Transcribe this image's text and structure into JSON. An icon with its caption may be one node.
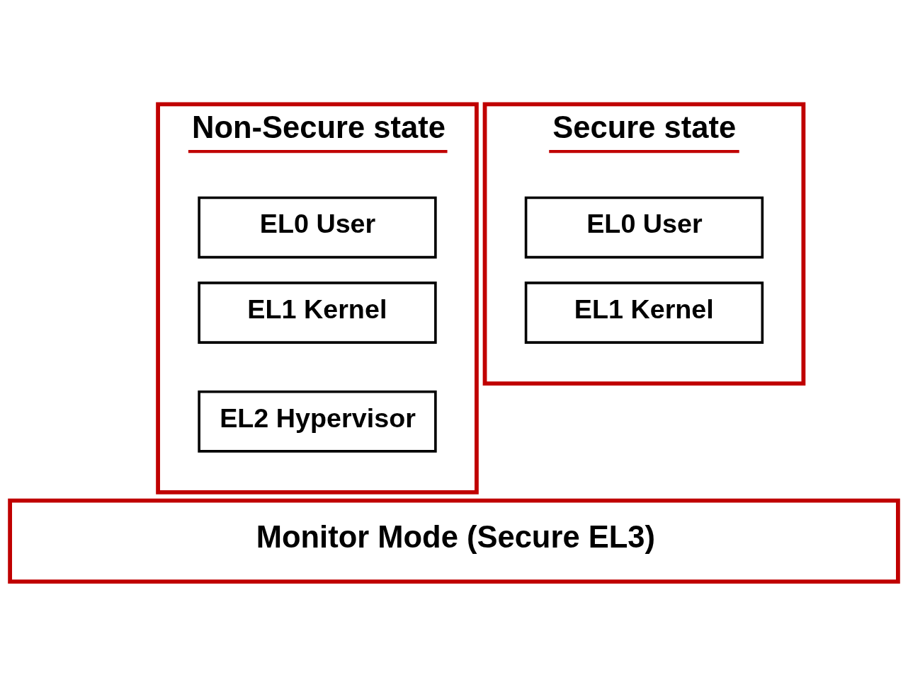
{
  "diagram": {
    "nodes": [
      {
        "text": [
          "Non-Secure state"
        ]
      },
      {
        "text": [
          "EL0 User"
        ],
        "in": 0
      },
      {
        "text": [
          "EL1 Kernel"
        ],
        "in": 0
      },
      {
        "text": [
          "EL2 Hypervisor"
        ],
        "in": 0
      },
      {
        "text": [
          "Secure state"
        ]
      },
      {
        "text": [
          "EL0 User"
        ],
        "in": 4
      },
      {
        "text": [
          "EL1 Kernel"
        ],
        "in": 4
      },
      {
        "text": [
          "Monitor Mode (Secure EL3)"
        ]
      }
    ],
    "edges": []
  }
}
